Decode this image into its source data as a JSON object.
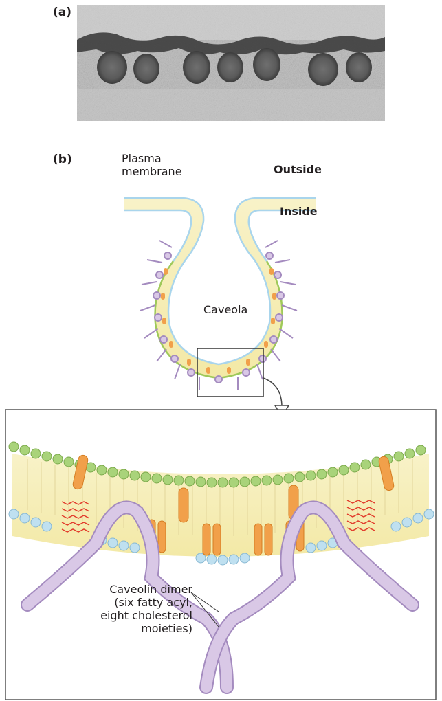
{
  "panels": {
    "a": "(a)",
    "b": "(b)"
  },
  "labels": {
    "plasma_membrane_line1": "Plasma",
    "plasma_membrane_line2": "membrane",
    "outside": "Outside",
    "inside": "Inside",
    "caveola": "Caveola",
    "caveolin_line1": "Caveolin dimer",
    "caveolin_line2": "(six fatty acyl,",
    "caveolin_line3": "eight cholesterol",
    "caveolin_line4": "moieties)"
  },
  "colors": {
    "membrane_fill": "#f7efb4",
    "outer_leaflet": "#a9d5ec",
    "inner_leaflet": "#9fc95a",
    "headgroup_green": "#a9d37a",
    "headgroup_blue": "#bfe0f0",
    "cholesterol": "#f1a04a",
    "caveolin": "#d9c8e6",
    "caveolin_edge": "#a48bbf",
    "fatty_acyl": "#e23c2c",
    "micrograph_bg": "#b5b5b5"
  }
}
